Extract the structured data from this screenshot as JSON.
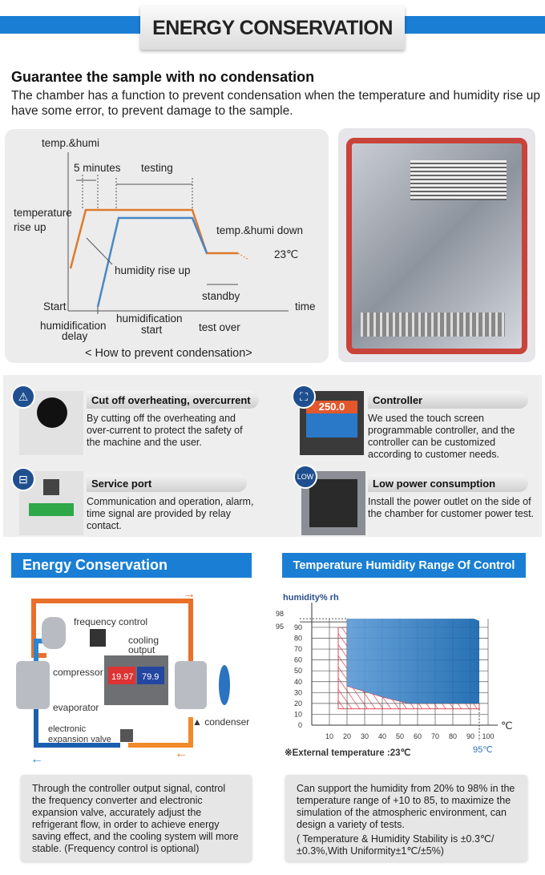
{
  "header": {
    "title": "ENERGY CONSERVATION"
  },
  "intro": {
    "heading": "Guarantee the sample with no condensation",
    "text": "The chamber has a function to prevent condensation when the temperature and humidity rise up have some error, to prevent damage to the sample."
  },
  "condensation_diagram": {
    "y_label": "temp.&humi",
    "five_min": "5 minutes",
    "testing": "testing",
    "temp_rise": "temperature",
    "temp_rise2": "rise up",
    "humi_down": "temp.&humi down",
    "temp_value": "23℃",
    "humidity_rise": "humidity rise up",
    "standby": "standby",
    "start": "Start",
    "time": "time",
    "humid_delay1": "humidification",
    "humid_delay2": "delay",
    "humid_start1": "humidification",
    "humid_start2": "start",
    "test_over": "test over",
    "caption": "< How to prevent condensation>"
  },
  "features": [
    {
      "title": "Cut off overheating, overcurrent",
      "desc": "By cutting off the overheating and over-current to protect the safety of the machine and the user.",
      "icon": "warning-icon"
    },
    {
      "title": "Controller",
      "desc": "We used the touch screen programmable controller, and the controller can be customized according to customer needs.",
      "icon": "controller-icon",
      "screen_value": "250.0"
    },
    {
      "title": "Service port",
      "desc": "Communication and operation, alarm, time signal are provided by relay contact.",
      "icon": "network-port-icon"
    },
    {
      "title": "Low power consumption",
      "desc": "Install the power outlet on the side of the chamber for customer power test.",
      "icon": "plug-icon",
      "badge": "LOW"
    }
  ],
  "energy": {
    "banner": "Energy Conservation",
    "labels": {
      "frequency_control": "frequency control",
      "cooling1": "cooling",
      "cooling2": "output",
      "compressor": "compressor",
      "evaporator": "evaporator",
      "valve1": "electronic",
      "valve2": "expansion valve",
      "condenser": "▲ condenser"
    },
    "screen": {
      "temp": "19.97",
      "humi": "79.9"
    },
    "text": "Through the controller output signal, control the frequency converter and electronic expansion valve, accurately adjust the refrigerant flow, in order to achieve energy saving effect, and the cooling system will more stable. (Frequency control is optional)"
  },
  "range": {
    "banner": "Temperature Humidity Range Of Control",
    "text1": "Can support the humidity from 20% to 98% in the temperature range of +10 to 85, to maximize the simulation of the atmospheric environment, can design a variety of tests.",
    "text2": "( Temperature & Humidity Stability is ±0.3℃/±0.3%,With Uniformity±1℃/±5%)"
  },
  "chart_data": {
    "type": "area",
    "ylabel": "humidity% rh",
    "xlabel": "℃",
    "xlim": [
      0,
      100
    ],
    "ylim": [
      0,
      98
    ],
    "x_ticks": [
      10,
      20,
      30,
      40,
      50,
      60,
      70,
      80,
      90,
      100
    ],
    "y_ticks": [
      0,
      10,
      20,
      30,
      40,
      50,
      60,
      70,
      80,
      90,
      95,
      98
    ],
    "grid": true,
    "series": [
      {
        "fill": "blue",
        "points": [
          [
            20,
            98
          ],
          [
            92,
            98
          ],
          [
            95,
            96
          ],
          [
            95,
            20
          ],
          [
            55,
            20
          ],
          [
            40,
            26
          ],
          [
            20,
            36
          ]
        ]
      },
      {
        "fill": "red-hatch",
        "points": [
          [
            15,
            90
          ],
          [
            20,
            90
          ],
          [
            20,
            36
          ],
          [
            40,
            26
          ],
          [
            55,
            20
          ],
          [
            95,
            20
          ],
          [
            95,
            15
          ],
          [
            15,
            15
          ]
        ]
      }
    ],
    "annotations": [
      "95℃",
      "※External temperature :23℃"
    ],
    "colors": {
      "blue": "#1f6fb5",
      "hatch": "#e0485a"
    }
  }
}
